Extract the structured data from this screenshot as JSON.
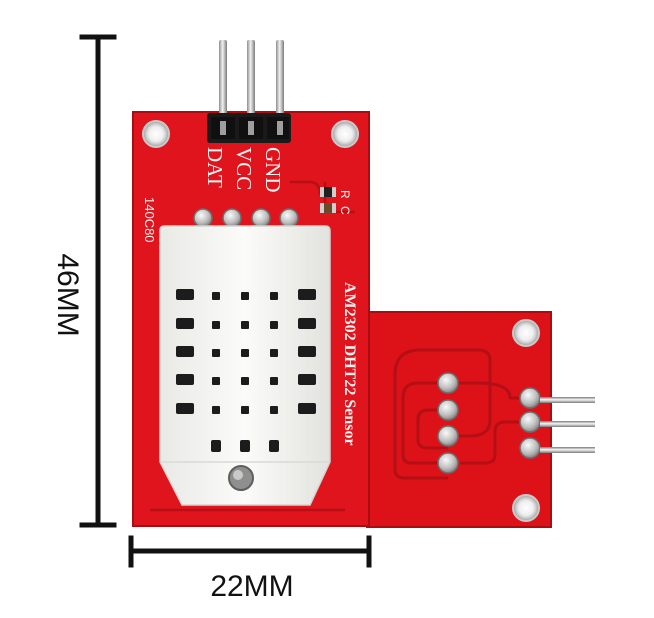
{
  "dimensions": {
    "height_label": "46MM",
    "width_label": "22MM"
  },
  "board": {
    "pin_labels": [
      "DAT",
      "VCC",
      "GND"
    ],
    "component_labels": [
      "R",
      "C"
    ],
    "part_code": "140C80",
    "model_text": "AM2302  DHT22  Sensor"
  },
  "colors": {
    "pcb_red": "#e0141c",
    "pcb_edge": "#b80e14",
    "sensor_white": "#f4f4f2",
    "header_black": "#1a1a1a",
    "pin_metal": "#c8c8c8",
    "dimension_black": "#111111"
  }
}
